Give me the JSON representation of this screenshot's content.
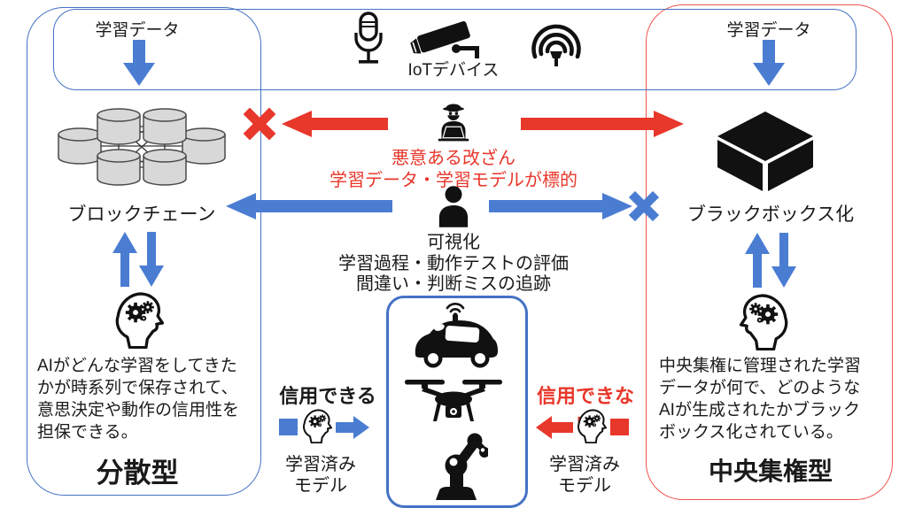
{
  "colors": {
    "arrow_blue": "#4A7DD2",
    "border_blue": "#4472C4",
    "arrow_red": "#E8372B",
    "border_red": "#F0544C",
    "cylinder_fill": "#D8D8D8",
    "icon_black": "#111111"
  },
  "top_bar": {
    "left_training_data": "学習データ",
    "right_training_data": "学習データ",
    "iot_label": "IoTデバイス",
    "icons": [
      "microphone-icon",
      "cctv-camera-icon",
      "wifi-antenna-icon"
    ]
  },
  "center": {
    "attack_line1": "悪意ある改ざん",
    "attack_line2": "学習データ・学習モデルが標的",
    "visual_line1": "可視化",
    "visual_line2": "学習過程・動作テストの評価",
    "visual_line3": "間違い・判断ミスの追跡",
    "icons": [
      "hacker-icon",
      "person-icon"
    ]
  },
  "left_panel": {
    "node_label": "ブロックチェーン",
    "description_lines": [
      "AIがどんな学習をしてきた",
      "かが時系列で保存されて、",
      "意思決定や動作の信用性を",
      "担保できる。"
    ],
    "title": "分散型",
    "icons": [
      "blockchain-network-icon",
      "head-gears-icon"
    ]
  },
  "right_panel": {
    "node_label": "ブラックボックス化",
    "description_lines": [
      "中央集権に管理された学習",
      "データが何で、どのような",
      "AIが生成されたかブラック",
      "ボックス化されている。"
    ],
    "title": "中央集権型",
    "icons": [
      "black-box-icon",
      "head-gears-icon"
    ]
  },
  "bottom": {
    "trusted_label": "信用できる",
    "trusted_model_line1": "学習済み",
    "trusted_model_line2": "モデル",
    "untrusted_label": "信用できない",
    "untrusted_model_line1": "学習済み",
    "untrusted_model_line2": "モデル",
    "device_icons": [
      "autonomous-car-icon",
      "drone-icon",
      "robot-arm-icon"
    ]
  }
}
